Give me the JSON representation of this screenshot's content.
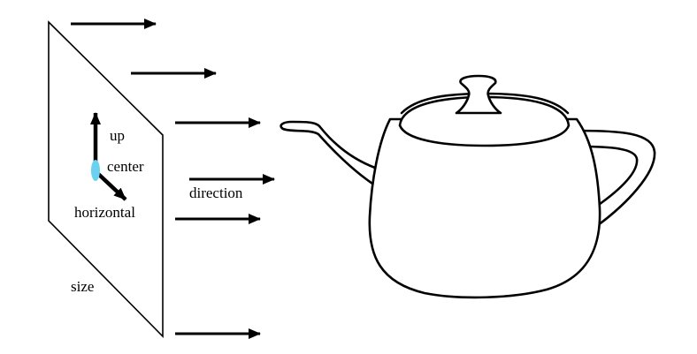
{
  "labels": {
    "up": "up",
    "center": "center",
    "horizontal": "horizontal",
    "direction": "direction",
    "size": "size"
  },
  "colors": {
    "stroke": "#000000",
    "center_marker": "#6ad1ee",
    "background": "#ffffff"
  },
  "icons": {
    "up_vector": "arrow-up-icon",
    "horizontal_vector": "arrow-down-right-icon",
    "ray": "arrow-right-icon",
    "object": "teapot-icon"
  }
}
